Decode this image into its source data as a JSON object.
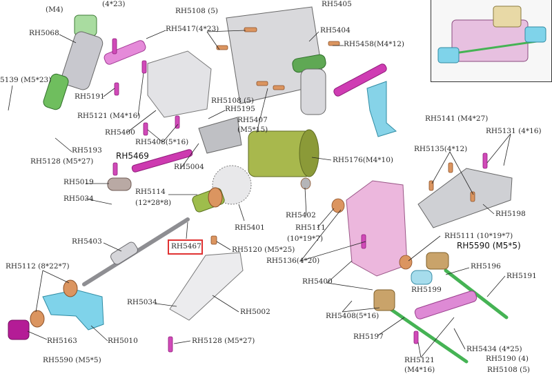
{
  "labels": {
    "m4_top": "(M4)",
    "l_4x23": "(4*23)",
    "rh5108_5_top": "RH5108 (5)",
    "rh5405": "RH5405",
    "rh5068": "RH5068",
    "rh5417": "RH5417(4*23)",
    "rh5404": "RH5404",
    "rh5458": "RH5458(M4*12)",
    "rh5139": "5139 (M5*23)",
    "rh5191_top": "RH5191",
    "rh5121_top": "RH5121 (M4*16)",
    "rh5400_top": "RH5400",
    "rh5108_5_mid": "RH5108 (5)",
    "rh5195": "RH5195",
    "rh5407_a": "RH5407",
    "rh5407_b": "(M5*15)",
    "rh5408_top": "RH5408(5*16)",
    "rh5141": "RH5141 (M4*27)",
    "rh5131": "RH5131 (4*16)",
    "rh5193": "RH5193",
    "rh5128_top": "RH5128 (M5*27)",
    "rh5469": "RH5469",
    "rh5004": "RH5004",
    "rh5176": "RH5176(M4*10)",
    "rh5135": "RH5135(4*12)",
    "rh5019": "RH5019",
    "rh5114_a": "RH5114",
    "rh5114_b": "(12*28*8)",
    "rh5034_top": "RH5034",
    "rh5198": "RH5198",
    "rh5402": "RH5402",
    "rh5111_left_a": "RH5111",
    "rh5111_left_b": "(10*19*7)",
    "rh5401": "RH5401",
    "rh5111_right": "RH5111 (10*19*7)",
    "rh5590_right": "RH5590 (M5*5)",
    "rh5403": "RH5403",
    "rh5467": "RH5467",
    "rh5120": "RH5120 (M5*25)",
    "rh5136": "RH5136(4*20)",
    "rh5112": "RH5112 (8*22*7)",
    "rh5196": "RH5196",
    "rh5191_right": "RH5191",
    "rh5400_bot": "RH5400",
    "rh5199": "RH5199",
    "rh5034_bot": "RH5034",
    "rh5002": "RH5002",
    "rh5408_bot": "RH5408(5*16)",
    "rh5197": "RH5197",
    "rh5163": "RH5163",
    "rh5010": "RH5010",
    "rh5128_bot": "RH5128 (M5*27)",
    "rh5434": "RH5434 (4*25)",
    "rh5121_bot_a": "RH5121",
    "rh5121_bot_b": "(M4*16)",
    "rh5190": "RH5190 (4)",
    "rh5590_bot": "RH5590 (M5*5)",
    "rh5108_bot": "RH5108 (5)"
  },
  "colors": {
    "pink": "#d957c8",
    "magenta": "#c41f9e",
    "cyan": "#7fd8ec",
    "green": "#5cae4a",
    "olive": "#9aa83f",
    "orange": "#d98a4e",
    "gray": "#c8c8cc",
    "highlight": "#e03131"
  }
}
